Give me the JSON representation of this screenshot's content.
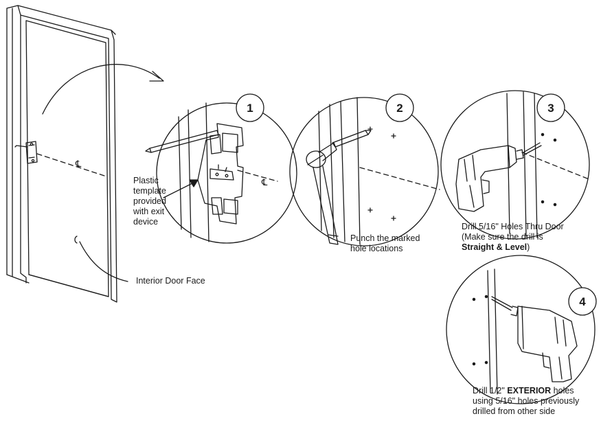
{
  "labels": {
    "interior_door_face": "Interior Door Face",
    "template_line1": "Plastic",
    "template_line2": "template",
    "template_line3": "provided",
    "template_line4": "with exit",
    "template_line5": "device",
    "punch_line1": "Punch the marked",
    "punch_line2": "hole locations",
    "drill3_line1": "Drill 5/16\" Holes Thru Door",
    "drill3_line2": "(Make sure the drill is",
    "drill3_bold": "Straight & Level",
    "drill3_close": ")",
    "drill4_pre": "Drill 1/2\" ",
    "drill4_bold": "EXTERIOR",
    "drill4_post": " holes",
    "drill4_line2": "using 5/16\" holes previously",
    "drill4_line3": "drilled from other side",
    "centerline_symbol": "℄"
  },
  "steps": [
    {
      "number": "1"
    },
    {
      "number": "2"
    },
    {
      "number": "3"
    },
    {
      "number": "4"
    }
  ]
}
